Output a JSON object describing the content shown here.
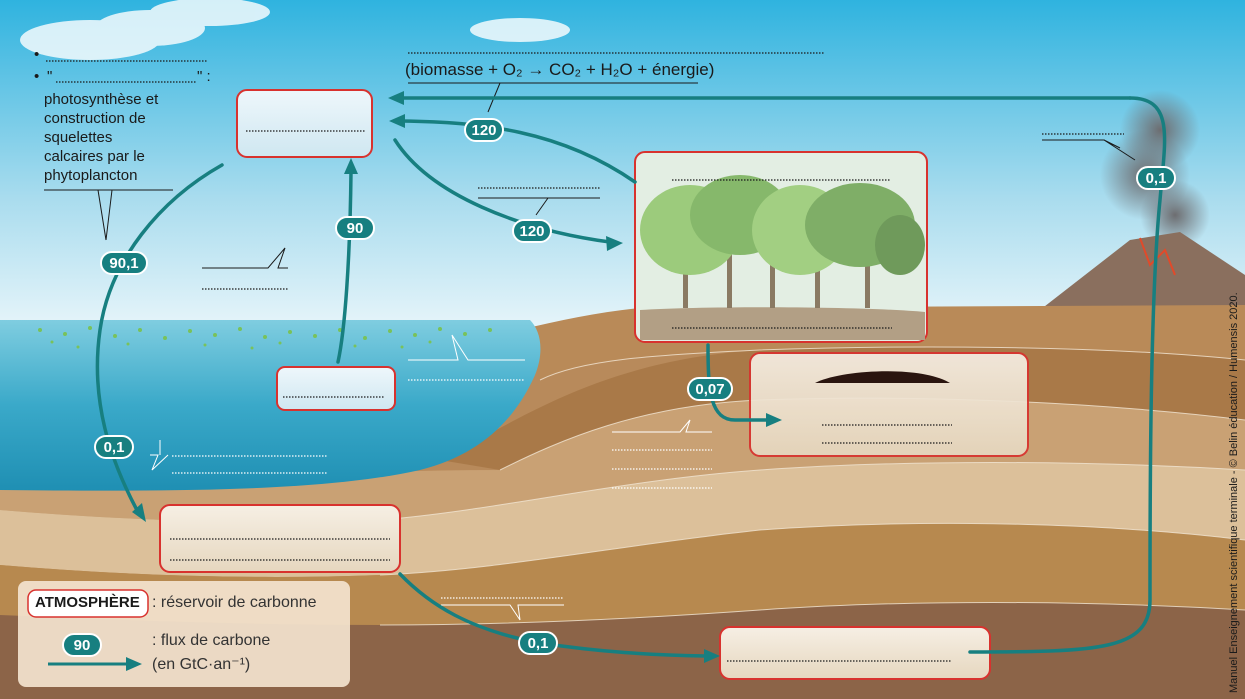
{
  "equation": "(biomasse + O₂ → CO₂ + H₂O + énergie)",
  "left_note": {
    "bullet_1": "•",
    "bullet_2": "•",
    "quote_open": "\"",
    "quote_close": "\" :",
    "lines": [
      "photosynthèse et",
      "construction de",
      "squelettes",
      "calcaires par le",
      "phytoplancton"
    ]
  },
  "fluxes": [
    {
      "id": "flux-respiration",
      "value": "120"
    },
    {
      "id": "flux-photosynthesis-land",
      "value": "120"
    },
    {
      "id": "flux-ocean-down",
      "value": "90,1"
    },
    {
      "id": "flux-ocean-up",
      "value": "90"
    },
    {
      "id": "flux-sediment",
      "value": "0,1"
    },
    {
      "id": "flux-fossil",
      "value": "0,07"
    },
    {
      "id": "flux-burial",
      "value": "0,1"
    },
    {
      "id": "flux-volcano",
      "value": "0,1"
    }
  ],
  "legend": {
    "reservoir_tag": "ATMOSPHÈRE",
    "reservoir_text": ": réservoir de carbonne",
    "flux_sample": "90",
    "flux_text_1": ": flux de carbone",
    "flux_text_2": "(en GtC·an⁻¹)"
  },
  "credit": "Manuel Enseignement scientifique terminale - © Belin éducation / Humensis 2020.",
  "colors": {
    "arrow": "#177f80",
    "reservoir_border": "#d8322e",
    "sky_top": "#2fb3df",
    "ocean": "#3aa9c9"
  }
}
